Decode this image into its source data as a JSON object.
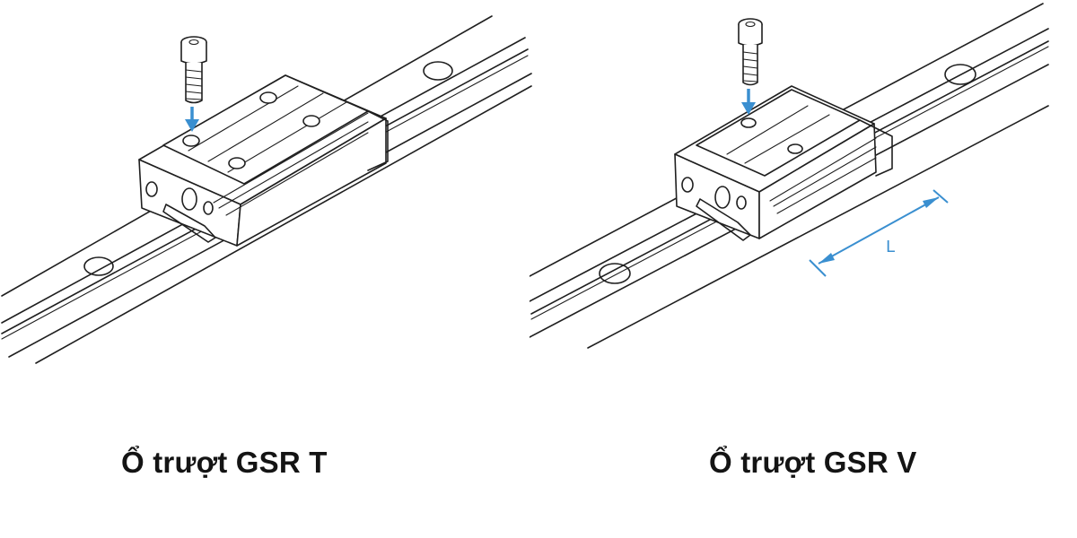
{
  "captions": {
    "left": "Ổ trượt GSR T",
    "right": "Ổ trượt GSR V"
  },
  "dimension": {
    "label": "L"
  },
  "colors": {
    "accent": "#3a8fd0",
    "line": "#1f1f1f",
    "background": "#ffffff"
  },
  "icons": {
    "bolt": "socket-cap-screw-icon",
    "arrow": "down-arrow-icon"
  }
}
